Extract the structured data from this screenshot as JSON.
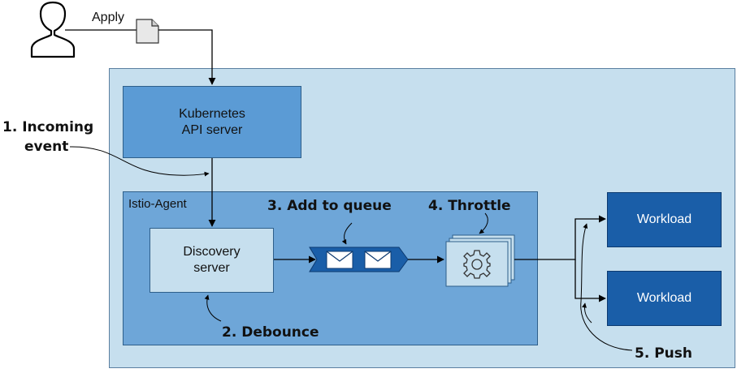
{
  "user": {
    "icon": "person-silhouette-icon",
    "action_label": "Apply",
    "document_icon": "document-icon"
  },
  "api_server": {
    "line1": "Kubernetes",
    "line2": "API server"
  },
  "istio_agent": {
    "label": "Istio-Agent",
    "discovery": {
      "line1": "Discovery",
      "line2": "server"
    },
    "queue": {
      "icon": "envelope-icon",
      "count": 2
    },
    "throttle": {
      "icon": "gear-icon"
    }
  },
  "workloads": [
    {
      "label": "Workload"
    },
    {
      "label": "Workload"
    }
  ],
  "steps": {
    "incoming_line1": "1. Incoming",
    "incoming_line2": "event",
    "debounce": "2. Debounce",
    "queue": "3. Add to queue",
    "throttle": "4. Throttle",
    "push": "5. Push"
  },
  "colors": {
    "outer_bg": "#c6dfee",
    "api_bg": "#5b9bd5",
    "agent_bg": "#6ea6d8",
    "workload_bg": "#1a5ea8",
    "queue_bg": "#1a5ea8"
  }
}
